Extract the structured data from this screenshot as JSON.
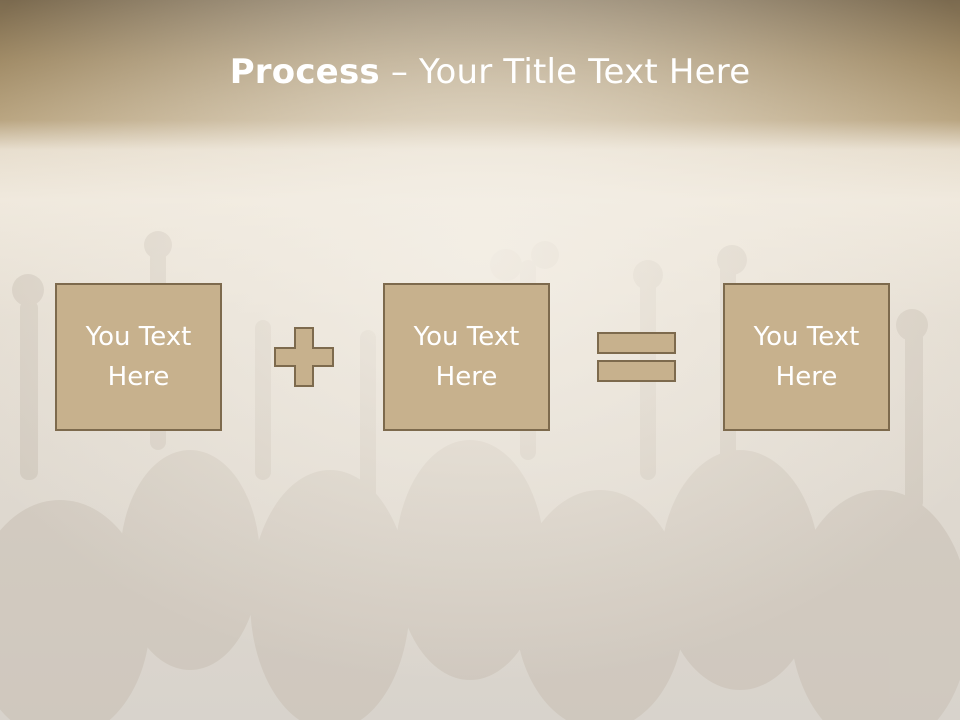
{
  "title": {
    "bold": "Process",
    "rest": " – Your Title Text Here"
  },
  "boxes": [
    {
      "line1": "You Text",
      "line2": "Here"
    },
    {
      "line1": "You Text",
      "line2": "Here"
    },
    {
      "line1": "You Text",
      "line2": "Here"
    }
  ],
  "operators": [
    "plus-icon",
    "equals-icon"
  ],
  "colors": {
    "header": "#9c8660",
    "box_fill": "#c7b18d",
    "box_border": "#7d6a4d",
    "text": "#ffffff"
  }
}
